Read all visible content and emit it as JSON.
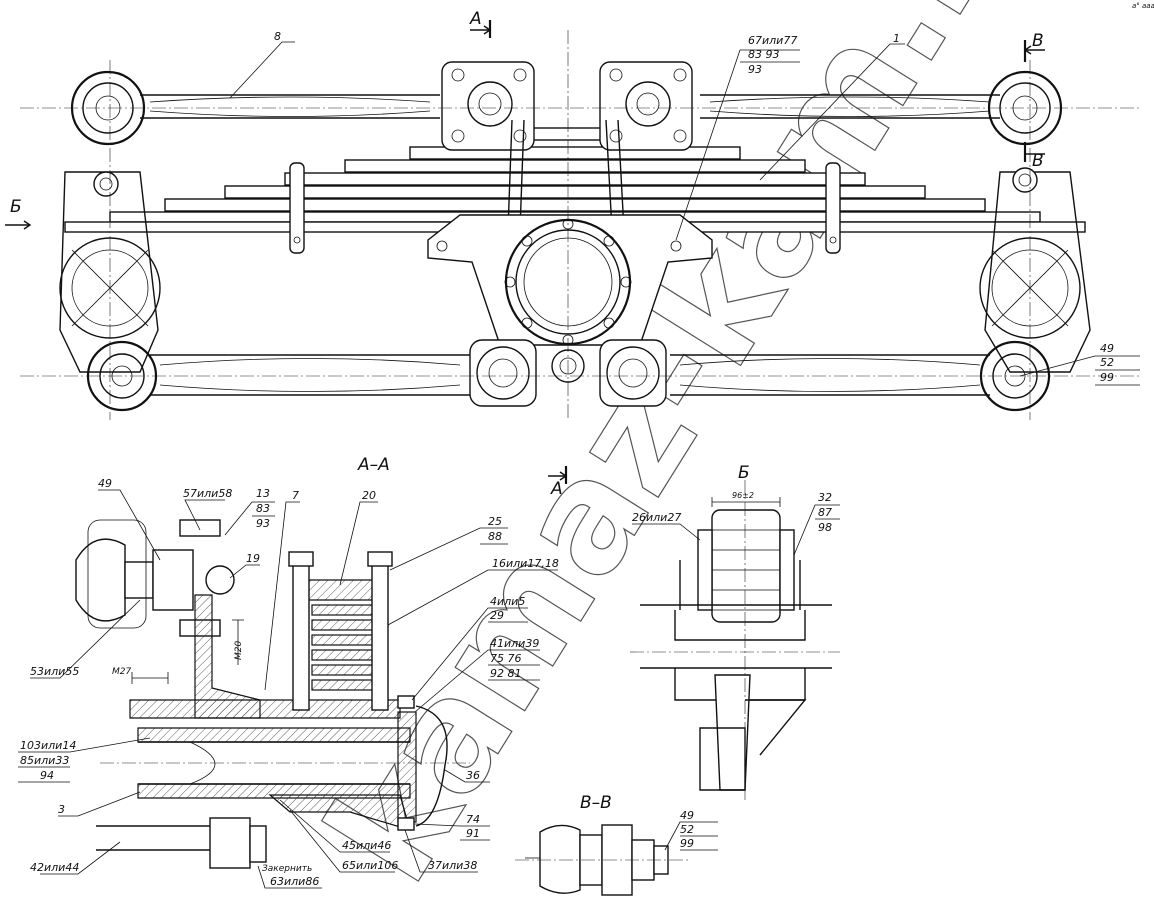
{
  "views": {
    "section_aa": "А–А",
    "view_b": "Б",
    "section_vv": "В–В"
  },
  "section_marks": {
    "a_top": "А",
    "a_mid": "А",
    "b_left": "Б",
    "v_top": "В",
    "v_bottom": "В"
  },
  "top_view": {
    "callouts": {
      "c8": "8",
      "c1": "1",
      "c67": {
        "l1": "67или77",
        "l2": "83    93",
        "l3": "93"
      },
      "c49": {
        "l1": "49",
        "l2": "52",
        "l3": "99"
      }
    }
  },
  "section_aa_labels": {
    "c49": "49",
    "c57": "57или58",
    "c13": {
      "l1": "13",
      "l2": "83",
      "l3": "93"
    },
    "c7": "7",
    "c20": "20",
    "c19": "19",
    "c25": {
      "l1": "25",
      "l2": "88"
    },
    "c16": "16или17,18",
    "c4": {
      "l1": "4или5",
      "l2": "29"
    },
    "c41": {
      "l1": "41или39",
      "l2": "75    76",
      "l3": "92    81"
    },
    "m20": "M20",
    "m27": "M27",
    "c53": "53или55",
    "c103": {
      "l1": "103или14",
      "l2": "85или33",
      "l3": "94"
    },
    "c3": "3",
    "c36": "36",
    "c74": {
      "l1": "74",
      "l2": "91"
    },
    "c42": "42или44",
    "c45": "45или46",
    "c65": "65или106",
    "c37": "37или38",
    "c63": "63или86",
    "zakernit": "Закернить"
  },
  "view_b_labels": {
    "c26": "26или27",
    "c32": {
      "l1": "32",
      "l2": "87",
      "l3": "98"
    },
    "dim": "96±2"
  },
  "section_vv_labels": {
    "c49": {
      "l1": "49",
      "l2": "52",
      "l3": "99"
    }
  },
  "watermark": "kamaz-kam.ru",
  "corner_mark": "а° ааа"
}
